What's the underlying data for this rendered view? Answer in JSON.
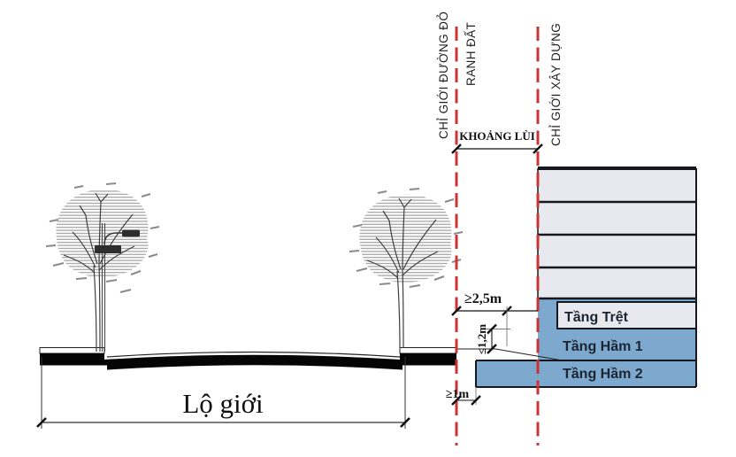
{
  "diagram": {
    "labels": {
      "red_boundary": "CHỈ GIỚI ĐƯỜNG ĐỎ",
      "land_boundary": "RANH ĐẤT",
      "construction_boundary": "CHỈ GIỚI XÂY DỰNG",
      "setback": "KHOẢNG LÙI",
      "road_width": "Lộ giới"
    },
    "dimensions": {
      "setback_min": "≥2,5m",
      "basement_rise_max": "≤1,2m",
      "basement_offset_min": "≥1m"
    },
    "floors": {
      "ground_floor": "Tầng Trệt",
      "basement_1": "Tầng Hầm 1",
      "basement_2": "Tầng Hầm 2"
    },
    "colors": {
      "boundary_red": "#cb3434",
      "basement_blue": "#7ea9ce",
      "floor_gray": "#e7e9ee",
      "ink": "#17171f"
    }
  }
}
